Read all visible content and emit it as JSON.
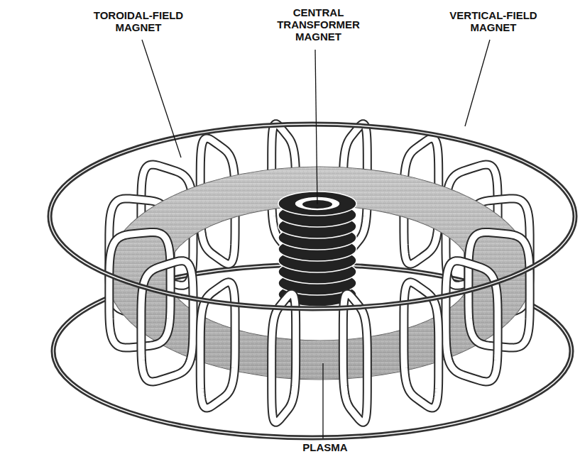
{
  "diagram": {
    "labels": [
      "TOROIDAL-FIELD MAGNET",
      "CENTRAL TRANSFORMER MAGNET",
      "VERTICAL-FIELD MAGNET",
      "PLASMA"
    ]
  }
}
